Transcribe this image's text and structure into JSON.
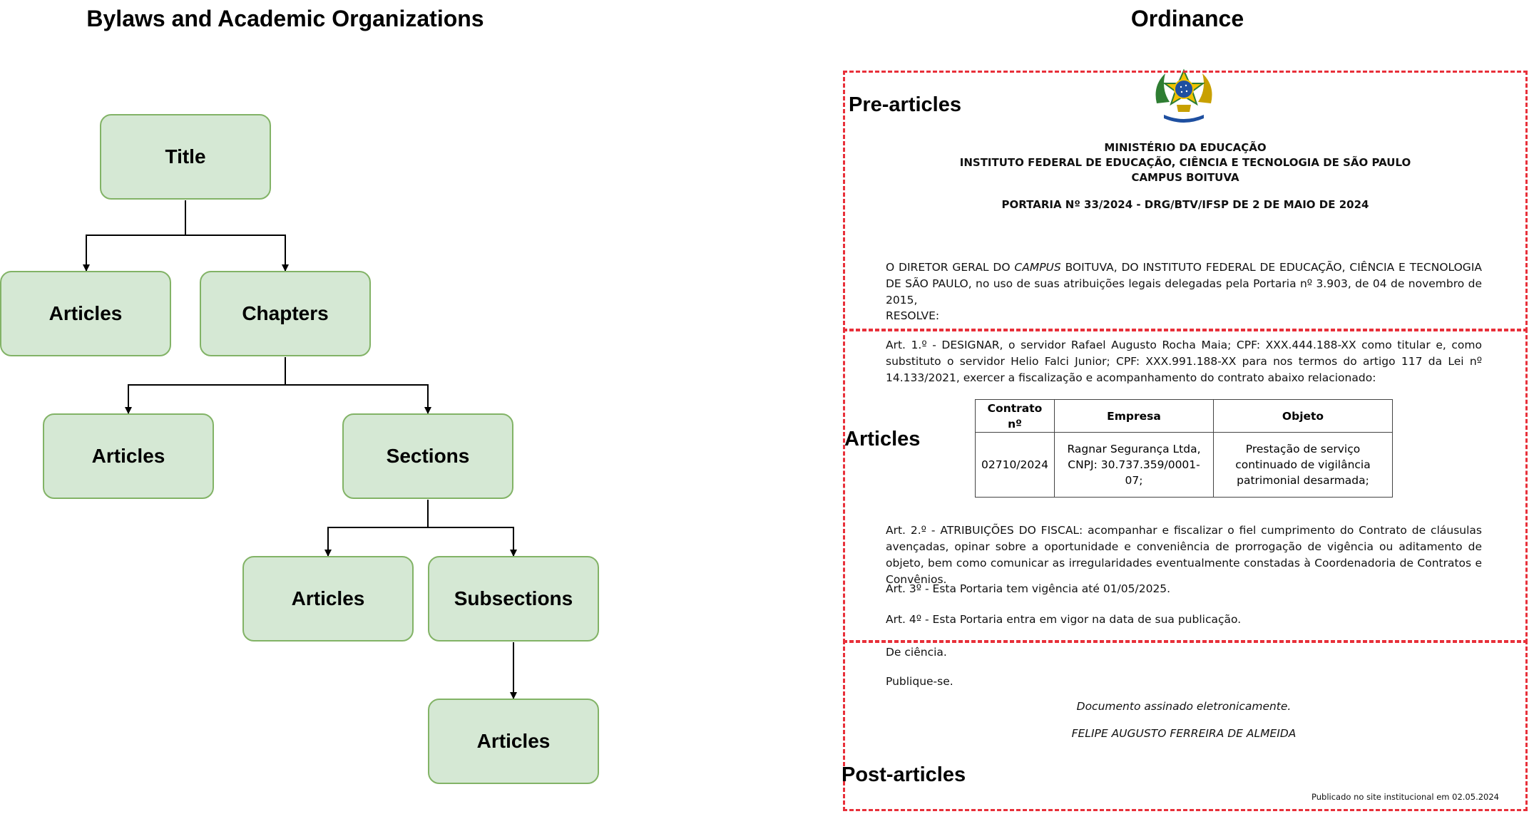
{
  "left_panel": {
    "title": "Bylaws and Academic Organizations",
    "nodes": {
      "title": "Title",
      "title_articles": "Articles",
      "chapters": "Chapters",
      "chapter_articles": "Articles",
      "sections": "Sections",
      "section_articles": "Articles",
      "subsections": "Subsections",
      "subsection_articles": "Articles"
    },
    "colors": {
      "node_fill": "#d5e8d4",
      "node_border": "#82b366"
    }
  },
  "right_panel": {
    "title": "Ordinance",
    "regions": {
      "pre": "Pre-articles",
      "articles": "Articles",
      "post": "Post-articles"
    },
    "region_color": "#e8303a",
    "header": {
      "line1": "MINISTÉRIO DA EDUCAÇÃO",
      "line2": "INSTITUTO FEDERAL DE EDUCAÇÃO, CIÊNCIA E TECNOLOGIA DE SÃO PAULO",
      "line3": "CAMPUS BOITUVA",
      "portaria": "PORTARIA Nº 33/2024 - DRG/BTV/IFSP DE 2 DE MAIO DE 2024"
    },
    "preamble": {
      "part1": "O DIRETOR GERAL DO ",
      "campus": "CAMPUS",
      "part2": " BOITUVA, DO INSTITUTO FEDERAL DE EDUCAÇÃO, CIÊNCIA E TECNOLOGIA DE SÃO PAULO, no uso de suas atribuições legais delegadas pela Portaria nº 3.903, de 04 de novembro de 2015,",
      "resolve": "RESOLVE:"
    },
    "art1": "Art. 1.º - DESIGNAR, o servidor Rafael Augusto Rocha Maia; CPF: XXX.444.188-XX como titular e, como substituto o servidor Helio Falci Junior; CPF: XXX.991.188-XX para nos termos do artigo 117 da Lei nº 14.133/2021, exercer a fiscalização e acompanhamento do contrato abaixo relacionado:",
    "table": {
      "headers": [
        "Contrato nº",
        "Empresa",
        "Objeto"
      ],
      "row": [
        "02710/2024",
        "Ragnar Segurança Ltda, CNPJ: 30.737.359/0001-07;",
        "Prestação de serviço continuado de vigilância patrimonial desarmada;"
      ]
    },
    "art2": "Art. 2.º - ATRIBUIÇÕES DO FISCAL: acompanhar e fiscalizar o fiel cumprimento do Contrato de cláusulas avençadas, opinar sobre a oportunidade e conveniência de prorrogação de vigência ou aditamento de objeto, bem como comunicar as irregularidades eventualmente constadas à Coordenadoria de Contratos e Convênios.",
    "art3": "Art. 3º - Esta Portaria tem vigência até 01/05/2025.",
    "art4": "Art. 4º - Esta Portaria entra em vigor na data de sua publicação.",
    "closing": {
      "ciencia": "De ciência.",
      "publique": "Publique-se.",
      "assinado": "Documento assinado eletronicamente.",
      "signer": "FELIPE AUGUSTO FERREIRA DE ALMEIDA",
      "publicado": "Publicado no site institucional em 02.05.2024"
    }
  }
}
